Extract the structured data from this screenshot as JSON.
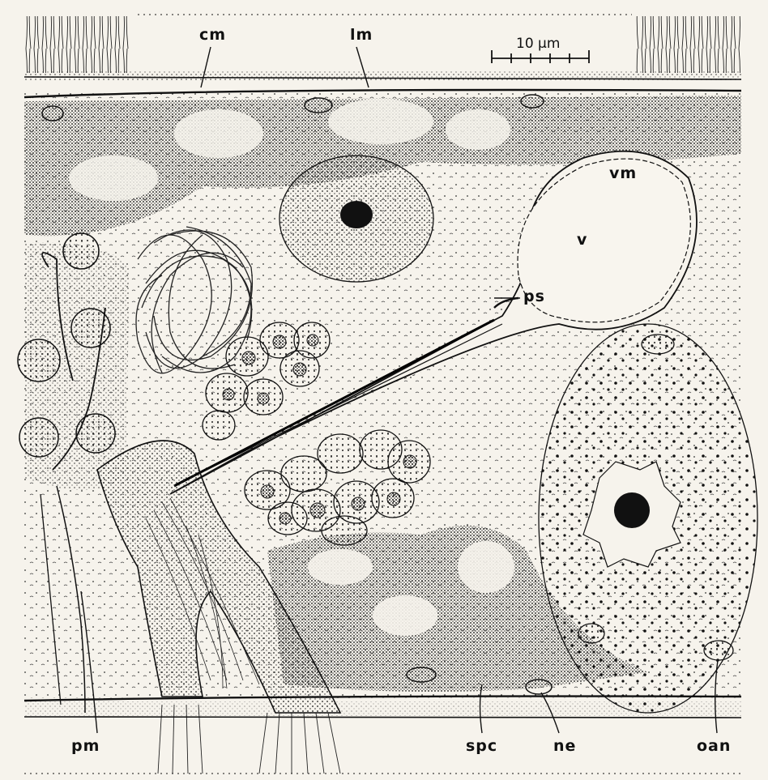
{
  "labels": {
    "cm": "cm",
    "lm": "lm",
    "vm": "vm",
    "v": "v",
    "ps": "ps",
    "pm": "pm",
    "spc": "spc",
    "ne": "ne",
    "oan": "oan"
  },
  "scale_bar": {
    "text": "10 µm"
  },
  "colors": {
    "ink": "#151515",
    "paper": "#f6f3ec"
  }
}
